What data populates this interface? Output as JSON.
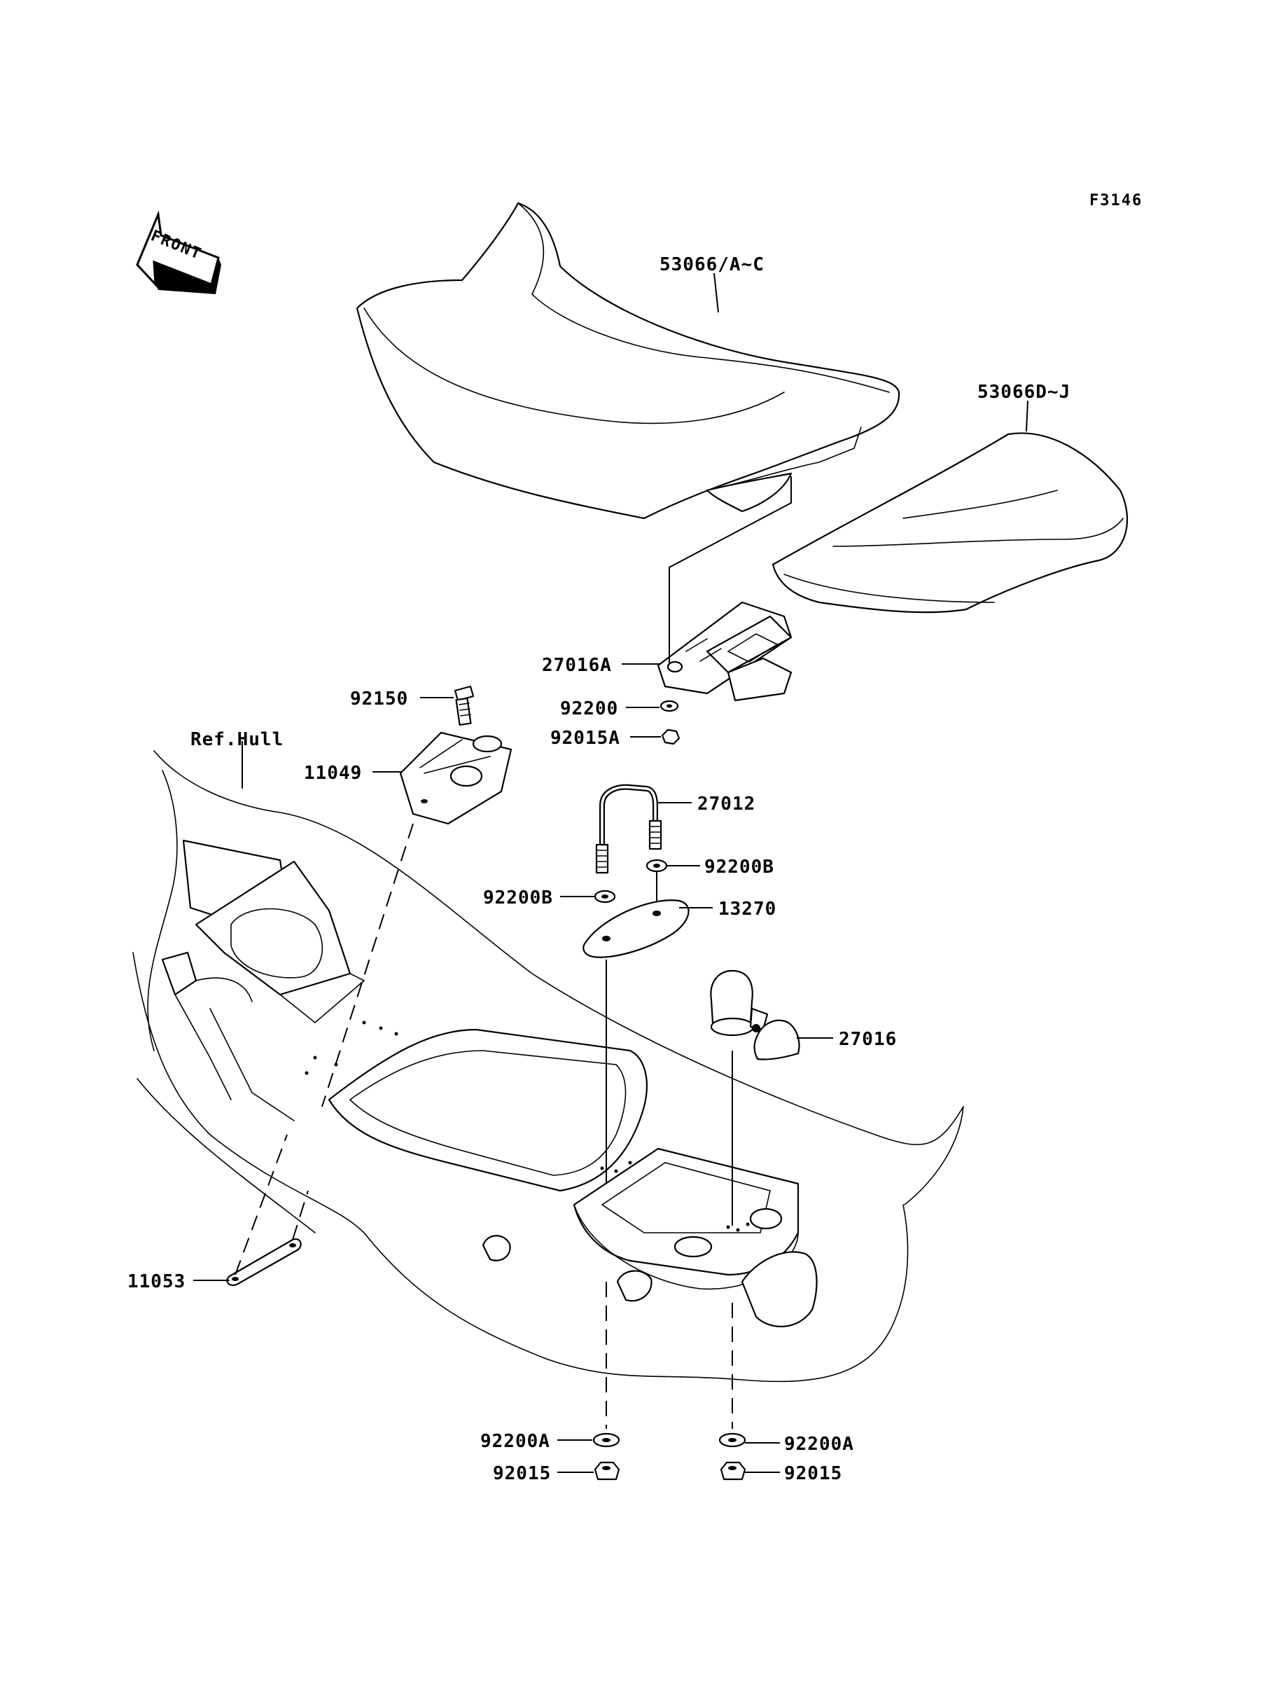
{
  "figure_code": "F3146",
  "orientation": {
    "label": "FRONT",
    "icon": "front-arrow-icon"
  },
  "reference": {
    "label": "Ref.Hull"
  },
  "parts": [
    {
      "id": "seat-front",
      "number": "53066/A~C"
    },
    {
      "id": "seat-rear",
      "number": "53066D~J"
    },
    {
      "id": "latch-bracket",
      "number": "27016A"
    },
    {
      "id": "washer-upper",
      "number": "92200"
    },
    {
      "id": "nut-upper",
      "number": "92015A"
    },
    {
      "id": "bolt",
      "number": "92150"
    },
    {
      "id": "bracket-plate",
      "number": "11049"
    },
    {
      "id": "u-bolt",
      "number": "27012"
    },
    {
      "id": "washer-b-right",
      "number": "92200B"
    },
    {
      "id": "washer-b-left",
      "number": "92200B"
    },
    {
      "id": "plate",
      "number": "13270"
    },
    {
      "id": "seat-lock",
      "number": "27016"
    },
    {
      "id": "strap-plate",
      "number": "11053"
    },
    {
      "id": "washer-a-left",
      "number": "92200A"
    },
    {
      "id": "washer-a-right",
      "number": "92200A"
    },
    {
      "id": "nut-left",
      "number": "92015"
    },
    {
      "id": "nut-right",
      "number": "92015"
    }
  ]
}
